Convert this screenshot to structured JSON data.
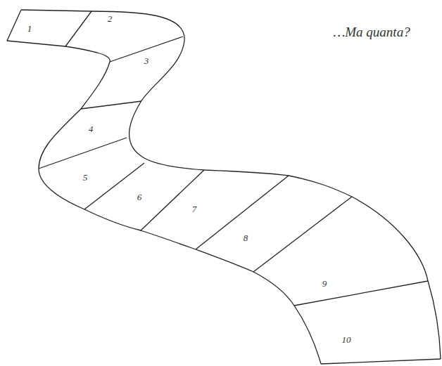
{
  "diagram": {
    "labels": [
      "1",
      "2",
      "3",
      "4",
      "5",
      "6",
      "7",
      "8",
      "9",
      "10",
      "…Ma quanta?"
    ]
  }
}
